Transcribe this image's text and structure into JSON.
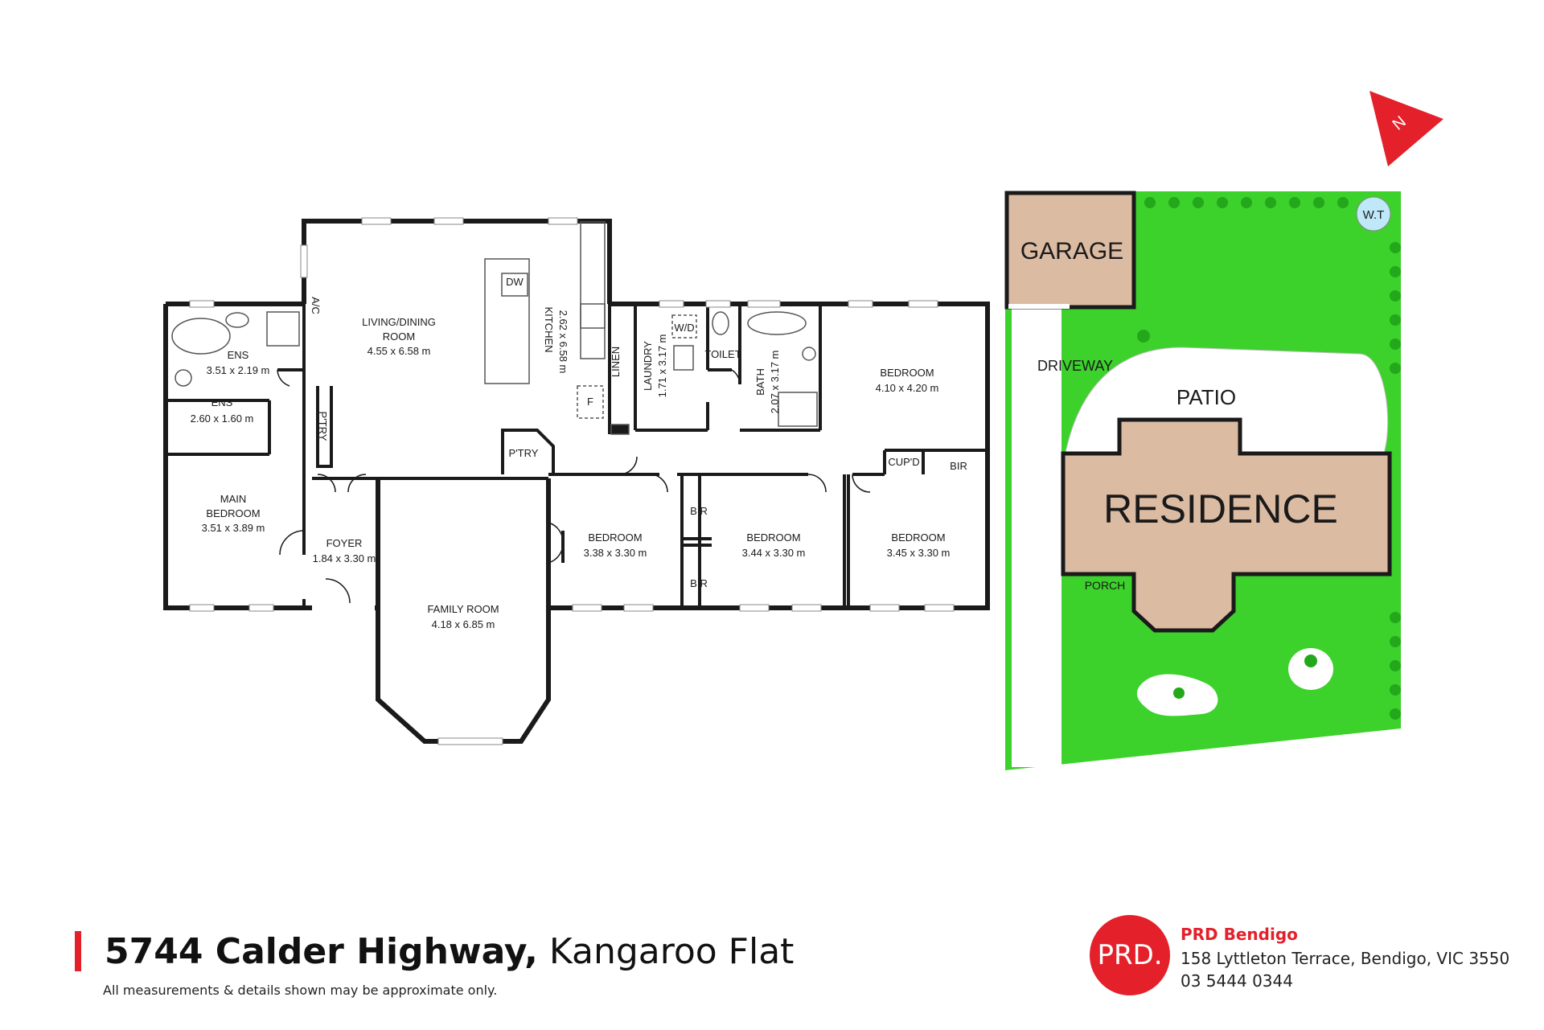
{
  "floorplan": {
    "rooms": {
      "ens1": {
        "name": "ENS",
        "dims": "3.51 x 2.19 m"
      },
      "ens2": {
        "name": "ENS",
        "dims": "2.60 x 1.60 m"
      },
      "main_bedroom": {
        "name1": "MAIN",
        "name2": "BEDROOM",
        "dims": "3.51 x 3.89 m"
      },
      "living": {
        "name1": "LIVING/DINING",
        "name2": "ROOM",
        "dims": "4.55 x 6.58 m"
      },
      "kitchen": {
        "name": "KITCHEN",
        "dims": "2.62 x 6.58 m"
      },
      "pantry1": "P'TRY",
      "pantry2": "P'TRY",
      "foyer": {
        "name": "FOYER",
        "dims": "1.84 x 3.30 m"
      },
      "family": {
        "name": "FAMILY ROOM",
        "dims": "4.18 x 6.85 m"
      },
      "linen": "LINEN",
      "laundry": {
        "name": "LAUNDRY",
        "dims": "1.71 x 3.17 m"
      },
      "toilet": "TOILET",
      "bath": {
        "name": "BATH",
        "dims": "2.07 x 3.17 m"
      },
      "bedroom_ne": {
        "name": "BEDROOM",
        "dims": "4.10 x 4.20 m"
      },
      "cupd": "CUP'D",
      "bir1": "BIR",
      "bir2": "BIR",
      "bir3": "BIR",
      "bedroom_a": {
        "name": "BEDROOM",
        "dims": "3.38 x 3.30 m"
      },
      "bedroom_b": {
        "name": "BEDROOM",
        "dims": "3.44 x 3.30 m"
      },
      "bedroom_c": {
        "name": "BEDROOM",
        "dims": "3.45 x 3.30 m"
      }
    },
    "fixtures": {
      "dw": "DW",
      "wd": "W/D",
      "f": "F",
      "ac": "A/C"
    }
  },
  "siteplan": {
    "garage": "GARAGE",
    "driveway": "DRIVEWAY",
    "patio": "PATIO",
    "residence": "RESIDENCE",
    "porch": "PORCH",
    "water_tank": "W.T",
    "north": "N"
  },
  "footer": {
    "address_bold": "5744 Calder Highway,",
    "address_suburb": "Kangaroo Flat",
    "disclaimer": "All measurements & details shown may be approximate only.",
    "logo_text": "PRD.",
    "agency_name": "PRD Bendigo",
    "agency_address": "158 Lyttleton Terrace, Bendigo, VIC 3550",
    "agency_phone": "03 5444 0344"
  },
  "colors": {
    "wall": "#1a1a1a",
    "lawn": "#3cd12b",
    "building": "#dcbba3",
    "brand_red": "#e4202a",
    "tank": "#bfe8f8"
  }
}
